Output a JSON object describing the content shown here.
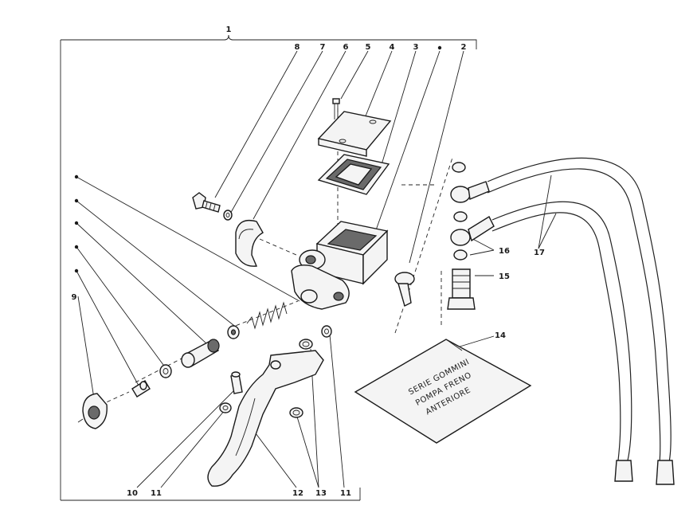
{
  "diagram": {
    "callouts": {
      "c1": "1",
      "c2": "2",
      "c3": "3",
      "c4": "4",
      "c5": "5",
      "c6": "6",
      "c7": "7",
      "c8": "8",
      "c9": "9",
      "c10": "10",
      "c11a": "11",
      "c11b": "11",
      "c12": "12",
      "c13": "13",
      "c14": "14",
      "c15": "15",
      "c16": "16",
      "c17": "17"
    },
    "bag_text": {
      "line1": "SERIE GOMMINI",
      "line2": "POMPA FRENO",
      "line3": "ANTERIORE"
    }
  }
}
